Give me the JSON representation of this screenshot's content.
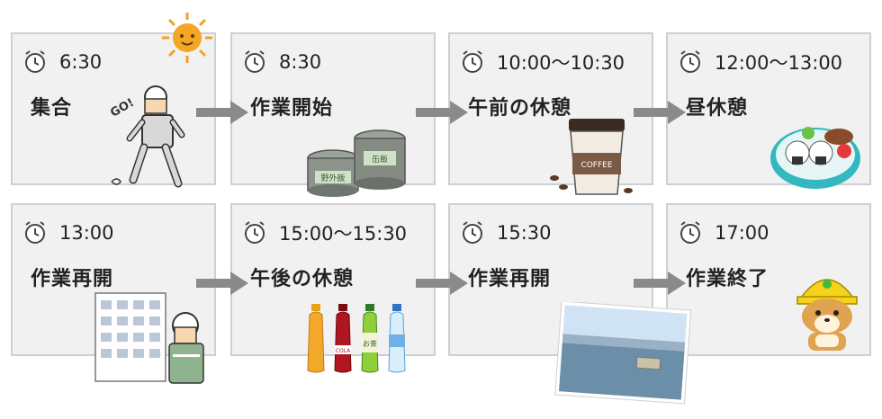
{
  "steps": [
    {
      "time": "6:30",
      "label": "集合"
    },
    {
      "time": "8:30",
      "label": "作業開始"
    },
    {
      "time": "10:00〜10:30",
      "label": "午前の休憩"
    },
    {
      "time": "12:00〜13:00",
      "label": "昼休憩"
    },
    {
      "time": "13:00",
      "label": "作業再開"
    },
    {
      "time": "15:00〜15:30",
      "label": "午後の休憩"
    },
    {
      "time": "15:30",
      "label": "作業再開"
    },
    {
      "time": "17:00",
      "label": "作業終了"
    }
  ],
  "illustration_text": {
    "go": "GO!",
    "can_left": "野外飯",
    "can_right": "缶飯",
    "coffee": "COFFEE",
    "cola": "COLA",
    "tea": "お茶"
  },
  "colors": {
    "card_bg": "#f1f1f1",
    "card_border": "#cfcfcf",
    "arrow": "#8a8a8a",
    "clock_stroke": "#444444"
  }
}
